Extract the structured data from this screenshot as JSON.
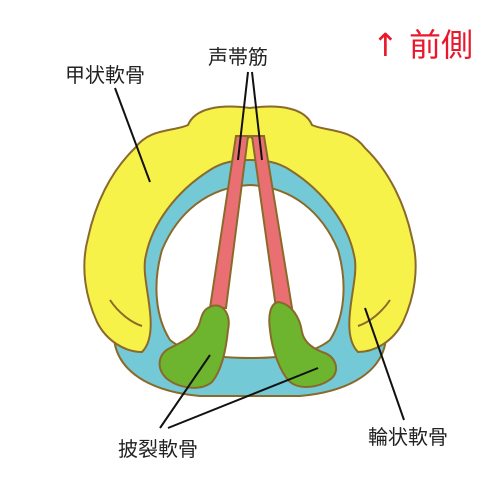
{
  "direction": {
    "text": "↑ 前側",
    "color": "#e8192c"
  },
  "labels": {
    "thyroid": "甲状軟骨",
    "vocal_cords": "声帯筋",
    "arytenoid": "披裂軟骨",
    "cricoid": "輪状軟骨"
  },
  "colors": {
    "thyroid_fill": "#f6f24a",
    "cricoid_fill": "#73c9d6",
    "vocal_fill": "#ea6f72",
    "arytenoid_fill": "#6db52f",
    "outline": "#8a6a2a",
    "leader": "#111111"
  }
}
